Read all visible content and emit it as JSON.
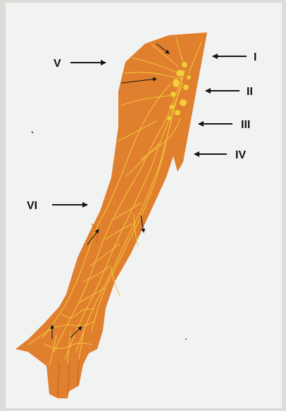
{
  "labels": {
    "l1": "I",
    "l2": "II",
    "l3": "III",
    "l4": "IV",
    "l5": "V",
    "l6": "VI"
  },
  "colors": {
    "paper": "#f1f3f3",
    "frame": "#d8d8d4",
    "arm": "#e07f2e",
    "arm_shade": "#c86c22",
    "vessel": "#f2c43a",
    "node": "#f4cc3c",
    "arrow": "#151515"
  },
  "icons": [
    "arrow-right-icon",
    "arrow-left-icon",
    "lymph-node-icon"
  ]
}
